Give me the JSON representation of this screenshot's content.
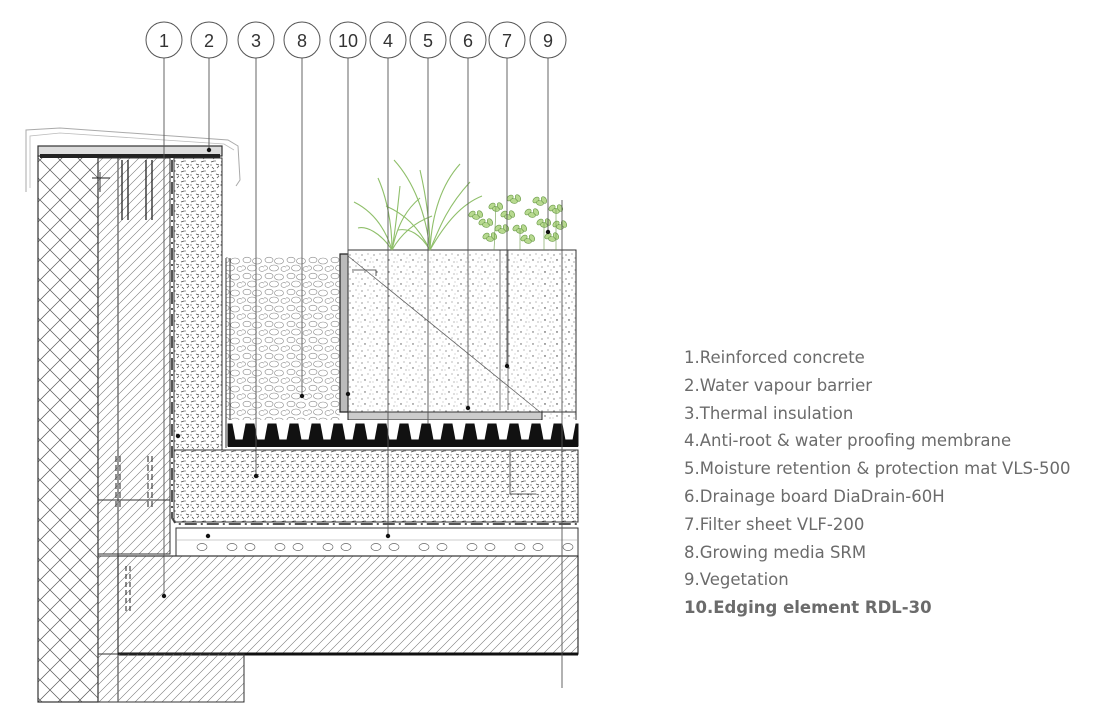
{
  "callouts": [
    "1",
    "2",
    "3",
    "8",
    "10",
    "4",
    "5",
    "6",
    "7",
    "9"
  ],
  "legend": [
    {
      "text": "1.Reinforced concrete",
      "bold": false
    },
    {
      "text": "2.Water vapour barrier",
      "bold": false
    },
    {
      "text": "3.Thermal insulation",
      "bold": false
    },
    {
      "text": "4.Anti-root & water proofing membrane",
      "bold": false
    },
    {
      "text": "5.Moisture retention & protection mat VLS-500",
      "bold": false
    },
    {
      "text": "6.Drainage board DiaDrain-60H",
      "bold": false
    },
    {
      "text": "7.Filter sheet VLF-200",
      "bold": false
    },
    {
      "text": "8.Growing media SRM",
      "bold": false
    },
    {
      "text": "9.Vegetation",
      "bold": false
    },
    {
      "text": "10.Edging element RDL-30",
      "bold": true
    }
  ],
  "colors": {
    "line": "#333333",
    "callout_text": "#333333",
    "legend_text": "#6b6b6b",
    "vegetation": "#8fbf6a",
    "vegetation_leaf": "#b7d98f"
  }
}
